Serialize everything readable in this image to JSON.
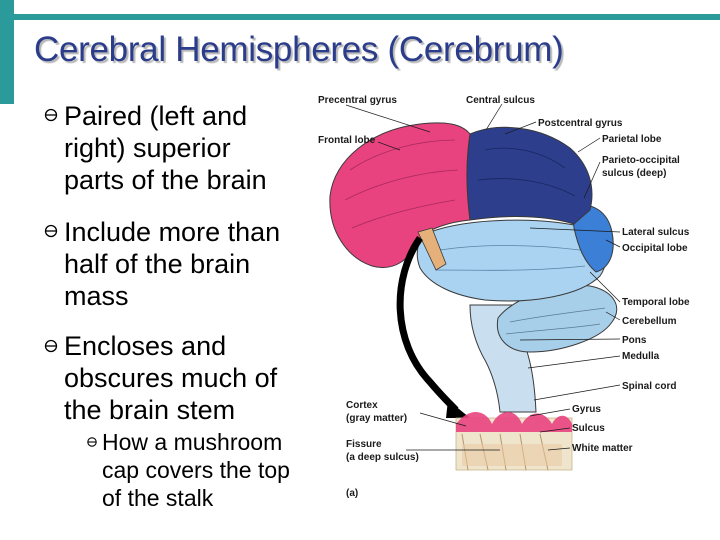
{
  "slide": {
    "title": "Cerebral Hemispheres (Cerebrum)",
    "bullets": [
      {
        "lines": [
          "Paired (left and",
          "right) superior",
          "parts of the brain"
        ]
      },
      {
        "lines": [
          "Include more than",
          "half of the brain",
          "mass"
        ]
      },
      {
        "lines": [
          "Encloses and",
          "obscures much of",
          "the brain stem"
        ]
      }
    ],
    "subbullets": [
      {
        "lines": [
          "How a mushroom",
          "cap covers the top",
          "of the stalk"
        ]
      }
    ]
  },
  "figure": {
    "labels": {
      "precentral_gyrus": "Precentral gyrus",
      "central_sulcus": "Central sulcus",
      "postcentral_gyrus": "Postcentral gyrus",
      "frontal_lobe": "Frontal lobe",
      "parietal_lobe": "Parietal lobe",
      "parieto_occipital_1": "Parieto-occipital",
      "parieto_occipital_2": "sulcus (deep)",
      "lateral_sulcus": "Lateral sulcus",
      "occipital_lobe": "Occipital lobe",
      "temporal_lobe": "Temporal lobe",
      "cerebellum": "Cerebellum",
      "pons": "Pons",
      "medulla": "Medulla",
      "spinal_cord": "Spinal cord",
      "cortex_1": "Cortex",
      "cortex_2": "(gray matter)",
      "fissure_1": "Fissure",
      "fissure_2": "(a deep sulcus)",
      "gyrus": "Gyrus",
      "sulcus": "Sulcus",
      "white_matter": "White matter",
      "panel": "(a)"
    },
    "colors": {
      "frontal": "#e8437f",
      "parietal": "#2c3e8c",
      "temporal": "#a9d3f1",
      "occipital": "#3b7fd6",
      "cerebellum": "#a7cfe9",
      "brainstem": "#c9dff0",
      "white_matter": "#eac9a0",
      "accent": "#2a9a9a",
      "title": "#2b3c8a"
    }
  }
}
